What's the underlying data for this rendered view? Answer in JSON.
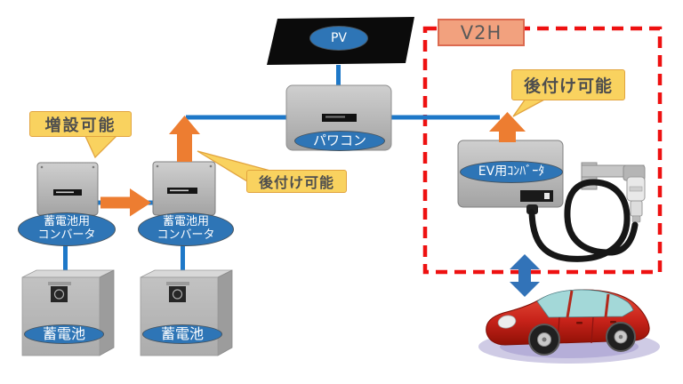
{
  "zone": {
    "v2h_label": "V2H"
  },
  "callouts": {
    "expandable": "増設可能",
    "retrofit_left": "後付け可能",
    "retrofit_right": "後付け可能"
  },
  "nodes": {
    "pv": "PV",
    "power_conditioner": "パワコン",
    "battery_converter_1": {
      "line1": "蓄電池用",
      "line2": "コンバータ"
    },
    "battery_converter_2": {
      "line1": "蓄電池用",
      "line2": "コンバータ"
    },
    "battery_1": "蓄電池",
    "battery_2": "蓄電池",
    "ev_converter": "EV用ｺﾝﾊﾞｰﾀ"
  },
  "colors": {
    "line_blue": "#1E78C8",
    "oval_blue": "#2E75B6",
    "arrow_orange": "#ED7D31",
    "callout_yellow": "#F9D25F",
    "v2h_fill": "#F2A17E",
    "v2h_border": "#DC6A50",
    "dashed_red": "#EE1111",
    "car_red": "#C8231A"
  }
}
